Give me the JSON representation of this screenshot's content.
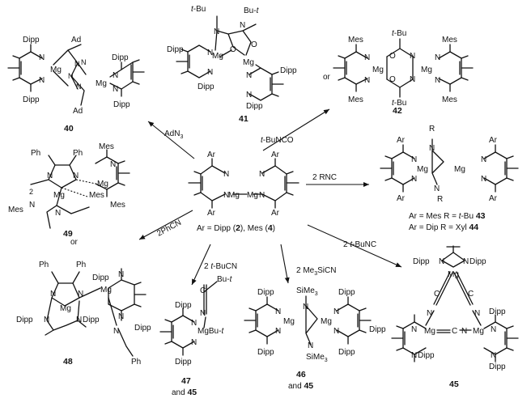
{
  "atoms": {
    "n": "N",
    "mg": "Mg",
    "o": "O",
    "c": "C"
  },
  "groups": {
    "dipp": "Dipp",
    "mes": "Mes",
    "ad": "Ad",
    "ph": "Ph",
    "r": "R",
    "bu": "-Bu",
    "bu_dash": "Bu-",
    "t_suffix": "t",
    "sime": "SiMe",
    "three": "3",
    "mgbu": "MgBu-"
  },
  "center": {
    "ar_label": "Ar",
    "caption_pre": "Ar = Dipp (",
    "num_dipp": "2",
    "caption_mid": "), Mes (",
    "num_mes": "4",
    "caption_post": ")"
  },
  "reagents": {
    "t_prefix": "t",
    "adn3": "AdN",
    "adn3_sub": "3",
    "tbunco_rest": "-BuNCO",
    "rnc": "2 RNC",
    "phcn": "2PhCN",
    "tbucn_pre": "2 ",
    "tbucn_rest": "-BuCN",
    "me3sicn_pre": "2 Me",
    "me3sicn_sub": "3",
    "me3sicn_rest": "SiCN",
    "tbunc_pre": "2 ",
    "tbunc_rest": "-BuNC"
  },
  "captions": {
    "c43_pre": "Ar = Mes R = ",
    "c43_mid": "-Bu ",
    "c44_pre": "Ar = Dip R = Xyl "
  },
  "labels": {
    "or": "or",
    "and": "and ",
    "two": "2"
  },
  "numbers": {
    "n40": "40",
    "n41": "41",
    "n42": "42",
    "n43": "43",
    "n44": "44",
    "n45": "45",
    "n46": "46",
    "n47": "47",
    "n48": "48",
    "n49": "49"
  }
}
